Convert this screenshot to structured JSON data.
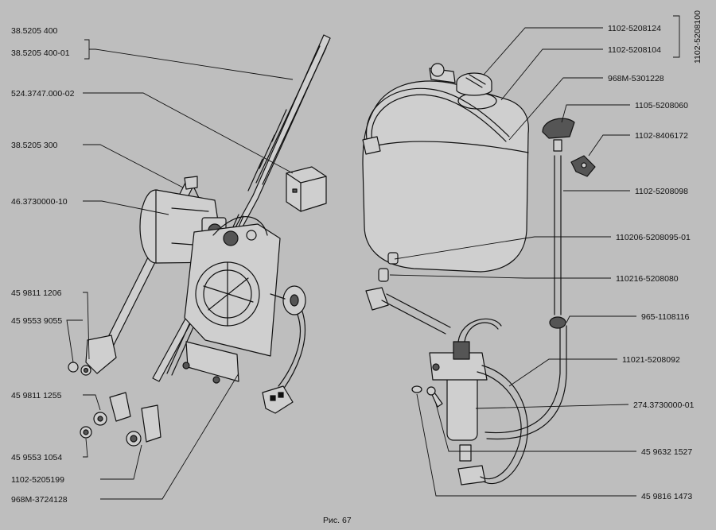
{
  "caption": "Рис. 67",
  "callouts_left": [
    {
      "id": "l1",
      "text": "38.5205 400"
    },
    {
      "id": "l2",
      "text": "38.5205 400-01"
    },
    {
      "id": "l3",
      "text": "524.3747.000-02"
    },
    {
      "id": "l4",
      "text": "38.5205 300"
    },
    {
      "id": "l5",
      "text": "46.3730000-10"
    },
    {
      "id": "l6",
      "text": "45 9811 1206"
    },
    {
      "id": "l7",
      "text": "45 9553 9055"
    },
    {
      "id": "l8",
      "text": "45 9811 1255"
    },
    {
      "id": "l9",
      "text": "45 9553 1054"
    },
    {
      "id": "l10",
      "text": "1102-5205199"
    },
    {
      "id": "l11",
      "text": "968M-3724128"
    }
  ],
  "callouts_right": [
    {
      "id": "r1",
      "text": "1102-5208124"
    },
    {
      "id": "r2",
      "text": "1102-5208104"
    },
    {
      "id": "r3",
      "text": "968M-5301228"
    },
    {
      "id": "r4",
      "text": "1105-5208060"
    },
    {
      "id": "r5",
      "text": "1102-8406172"
    },
    {
      "id": "r6",
      "text": "1102-5208098"
    },
    {
      "id": "r7",
      "text": "110206-5208095-01"
    },
    {
      "id": "r8",
      "text": "110216-5208080"
    },
    {
      "id": "r9",
      "text": "965-1108116"
    },
    {
      "id": "r10",
      "text": "11021-5208092"
    },
    {
      "id": "r11",
      "text": "274.3730000-01"
    },
    {
      "id": "r12",
      "text": "45 9632 1527"
    },
    {
      "id": "r13",
      "text": "45 9816 1473"
    }
  ],
  "vertical_label": "1102-5208100"
}
